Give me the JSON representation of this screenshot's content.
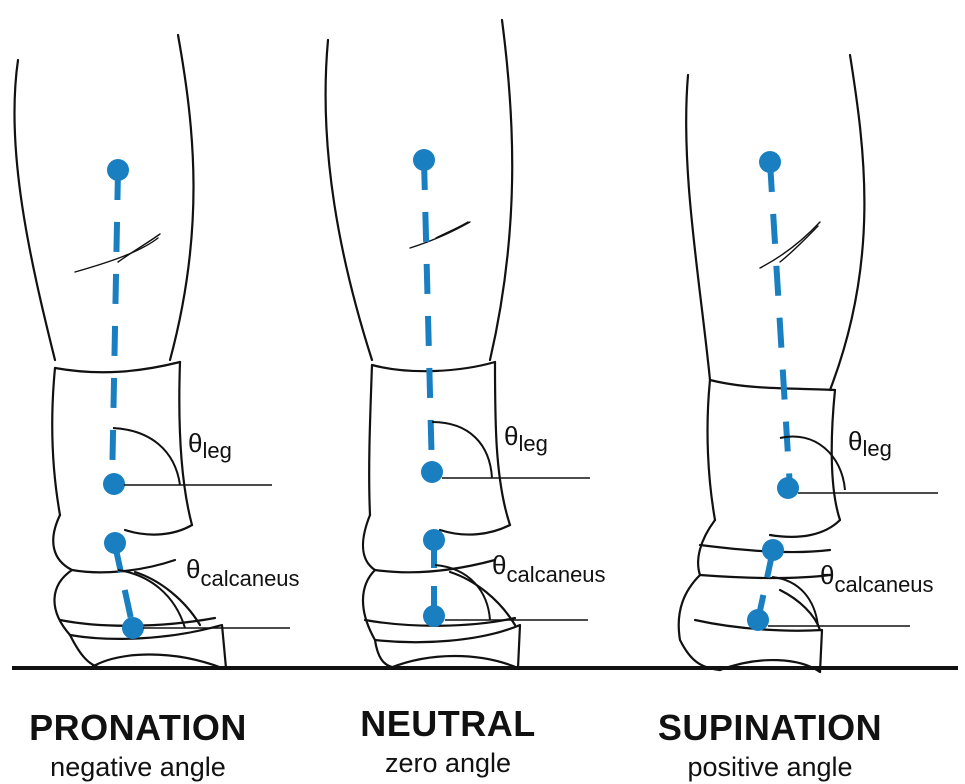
{
  "colors": {
    "marker": "#1a7fc1",
    "ink": "#111111",
    "background": "#ffffff"
  },
  "angle_symbol": "θ",
  "angle_labels": {
    "leg": "leg",
    "calcaneus": "calcaneus"
  },
  "panels": [
    {
      "id": "pronation",
      "title": "PRONATION",
      "subtitle": "negative angle"
    },
    {
      "id": "neutral",
      "title": "NEUTRAL",
      "subtitle": "zero angle"
    },
    {
      "id": "supination",
      "title": "SUPINATION",
      "subtitle": "positive angle"
    }
  ]
}
